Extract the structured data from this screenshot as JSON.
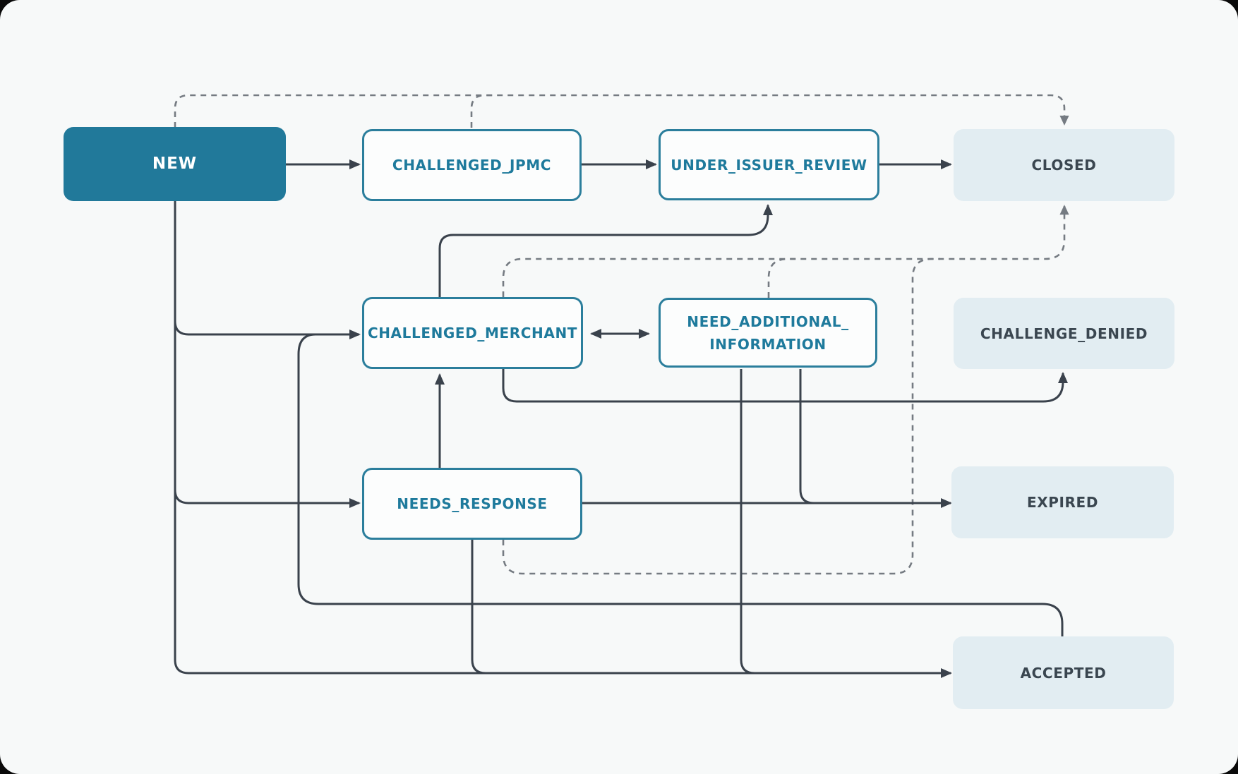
{
  "diagram": {
    "type": "state-transition-flowchart",
    "nodes": {
      "new": {
        "label": "NEW",
        "kind": "primary"
      },
      "challenged_jpmc": {
        "label": "CHALLENGED_JPMC",
        "kind": "active"
      },
      "under_issuer_review": {
        "label": "UNDER_ISSUER_REVIEW",
        "kind": "active"
      },
      "closed": {
        "label": "CLOSED",
        "kind": "terminal"
      },
      "challenged_merchant": {
        "label": "CHALLENGED_MERCHANT",
        "kind": "active"
      },
      "need_additional_information": {
        "label": "NEED_ADDITIONAL_\nINFORMATION",
        "kind": "active"
      },
      "challenge_denied": {
        "label": "CHALLENGE_DENIED",
        "kind": "terminal"
      },
      "needs_response": {
        "label": "NEEDS_RESPONSE",
        "kind": "active"
      },
      "expired": {
        "label": "EXPIRED",
        "kind": "terminal"
      },
      "accepted": {
        "label": "ACCEPTED",
        "kind": "terminal"
      }
    },
    "transitions": [
      {
        "from": "NEW",
        "to": "CHALLENGED_JPMC",
        "style": "solid"
      },
      {
        "from": "CHALLENGED_JPMC",
        "to": "UNDER_ISSUER_REVIEW",
        "style": "solid"
      },
      {
        "from": "UNDER_ISSUER_REVIEW",
        "to": "CLOSED",
        "style": "solid"
      },
      {
        "from": "NEW",
        "to": "CHALLENGED_MERCHANT",
        "style": "solid"
      },
      {
        "from": "NEW",
        "to": "NEEDS_RESPONSE",
        "style": "solid"
      },
      {
        "from": "NEW",
        "to": "ACCEPTED",
        "style": "solid"
      },
      {
        "from": "CHALLENGED_MERCHANT",
        "to": "UNDER_ISSUER_REVIEW",
        "style": "solid"
      },
      {
        "from": "CHALLENGED_MERCHANT",
        "to": "NEED_ADDITIONAL_INFORMATION",
        "style": "solid",
        "bidirectional": true
      },
      {
        "from": "CHALLENGED_MERCHANT",
        "to": "CHALLENGE_DENIED",
        "style": "solid"
      },
      {
        "from": "NEEDS_RESPONSE",
        "to": "CHALLENGED_MERCHANT",
        "style": "solid"
      },
      {
        "from": "NEEDS_RESPONSE",
        "to": "EXPIRED",
        "style": "solid"
      },
      {
        "from": "NEEDS_RESPONSE",
        "to": "ACCEPTED",
        "style": "solid"
      },
      {
        "from": "NEED_ADDITIONAL_INFORMATION",
        "to": "EXPIRED",
        "style": "solid"
      },
      {
        "from": "NEED_ADDITIONAL_INFORMATION",
        "to": "ACCEPTED",
        "style": "solid"
      },
      {
        "from": "ACCEPTED",
        "to": "CHALLENGED_MERCHANT",
        "style": "solid"
      },
      {
        "from": "NEW",
        "to": "CLOSED",
        "style": "dashed"
      },
      {
        "from": "CHALLENGED_JPMC",
        "to": "CLOSED",
        "style": "dashed"
      },
      {
        "from": "CHALLENGED_MERCHANT",
        "to": "CLOSED",
        "style": "dashed"
      },
      {
        "from": "NEED_ADDITIONAL_INFORMATION",
        "to": "CLOSED",
        "style": "dashed"
      },
      {
        "from": "NEEDS_RESPONSE",
        "to": "CLOSED",
        "style": "dashed"
      }
    ],
    "colors": {
      "background": "#f7f9f9",
      "primary_node_fill": "#21799a",
      "primary_node_text": "#ffffff",
      "active_node_border": "#2b7e9c",
      "active_node_text": "#1e7a9c",
      "active_node_fill": "#fcfdfd",
      "terminal_node_fill": "#e2edf2",
      "terminal_node_text": "#3a4650",
      "solid_edge": "#3a424c",
      "dashed_edge": "#757b82"
    }
  }
}
